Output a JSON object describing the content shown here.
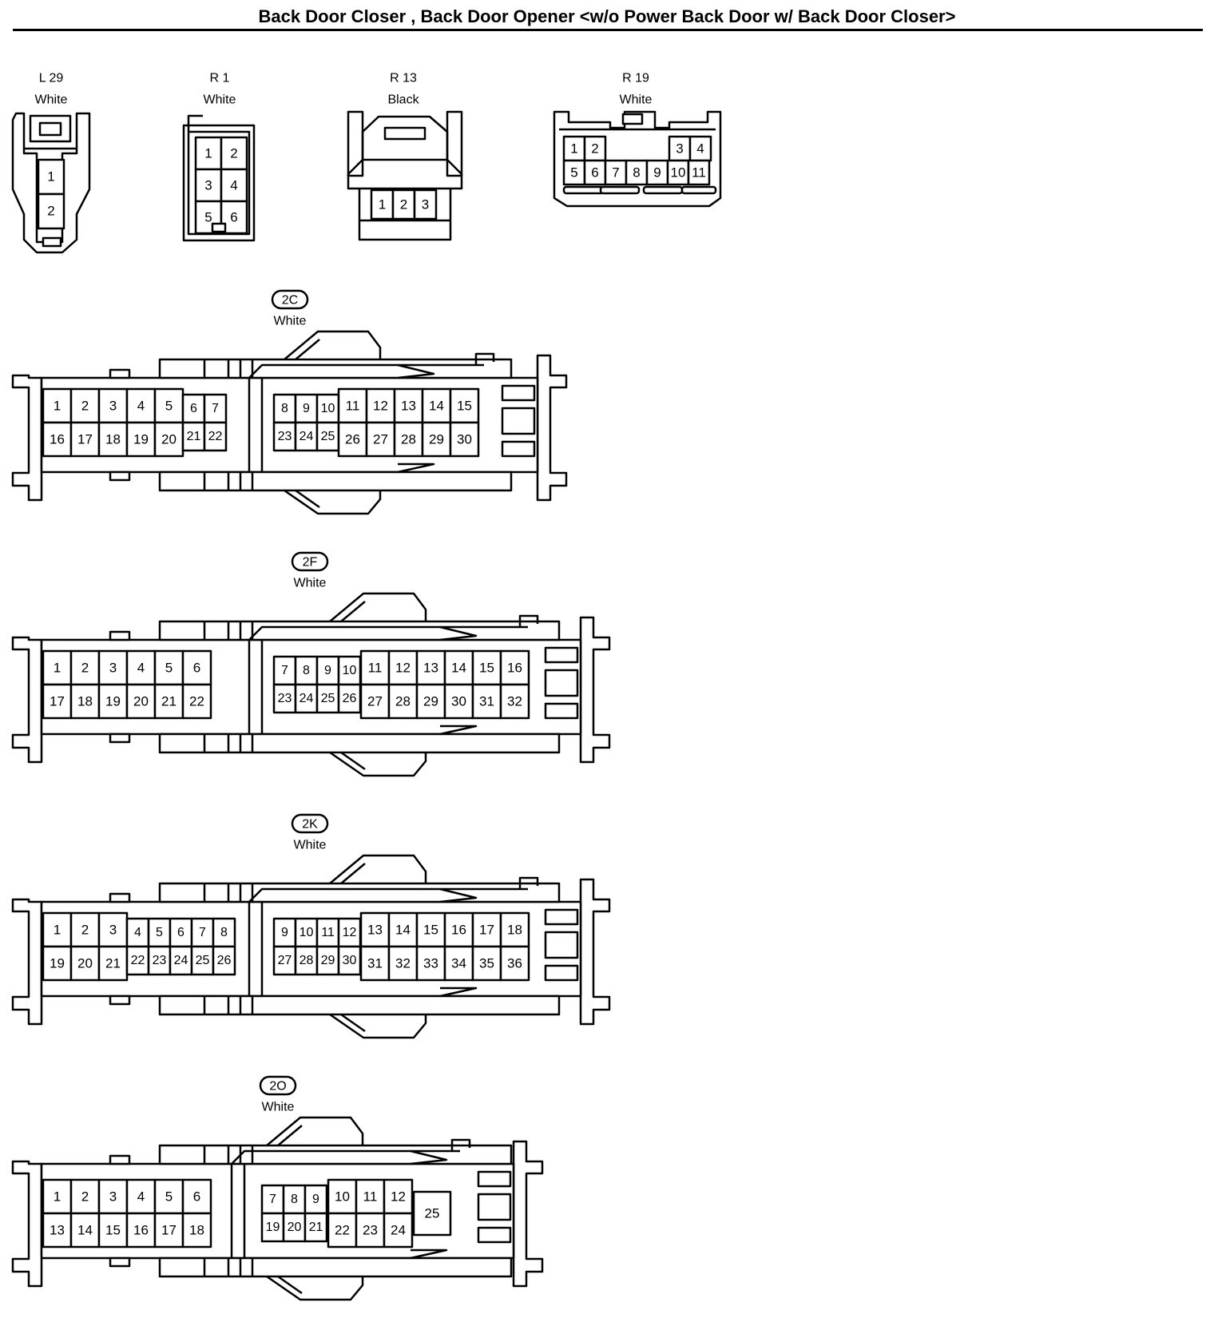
{
  "title": "Back Door Closer , Back Door Opener <w/o Power Back Door w/ Back Door Closer>",
  "colors": {
    "ink": "#000000",
    "paper": "#ffffff"
  },
  "connectors": {
    "L29": {
      "name": "L 29",
      "color": "White",
      "pins": [
        "1",
        "2"
      ]
    },
    "R1": {
      "name": "R 1",
      "color": "White",
      "pins": [
        "1",
        "2",
        "3",
        "4",
        "5",
        "6"
      ]
    },
    "R13": {
      "name": "R 13",
      "color": "Black",
      "pins": [
        "1",
        "2",
        "3"
      ]
    },
    "R19": {
      "name": "R 19",
      "color": "White",
      "top_pins": [
        "1",
        "2",
        "3",
        "4"
      ],
      "bottom_pins": [
        "5",
        "6",
        "7",
        "8",
        "9",
        "10",
        "11"
      ]
    },
    "C2C": {
      "name": "2C",
      "color": "White",
      "left_top": [
        "1",
        "2",
        "3",
        "4",
        "5"
      ],
      "left_top_small": [
        "6",
        "7"
      ],
      "left_bottom": [
        "16",
        "17",
        "18",
        "19",
        "20"
      ],
      "left_bottom_small": [
        "21",
        "22"
      ],
      "right_top_small": [
        "8",
        "9",
        "10"
      ],
      "right_top": [
        "11",
        "12",
        "13",
        "14",
        "15"
      ],
      "right_bottom_small": [
        "23",
        "24",
        "25"
      ],
      "right_bottom": [
        "26",
        "27",
        "28",
        "29",
        "30"
      ]
    },
    "C2F": {
      "name": "2F",
      "color": "White",
      "left_top": [
        "1",
        "2",
        "3",
        "4",
        "5",
        "6"
      ],
      "left_bottom": [
        "17",
        "18",
        "19",
        "20",
        "21",
        "22"
      ],
      "right_top_small": [
        "7",
        "8",
        "9",
        "10"
      ],
      "right_top": [
        "11",
        "12",
        "13",
        "14",
        "15",
        "16"
      ],
      "right_bottom_small": [
        "23",
        "24",
        "25",
        "26"
      ],
      "right_bottom": [
        "27",
        "28",
        "29",
        "30",
        "31",
        "32"
      ]
    },
    "C2K": {
      "name": "2K",
      "color": "White",
      "left_top": [
        "1",
        "2",
        "3"
      ],
      "left_top_small": [
        "4",
        "5",
        "6",
        "7",
        "8"
      ],
      "left_bottom": [
        "19",
        "20",
        "21"
      ],
      "left_bottom_small": [
        "22",
        "23",
        "24",
        "25",
        "26"
      ],
      "right_top_small": [
        "9",
        "10",
        "11",
        "12"
      ],
      "right_top": [
        "13",
        "14",
        "15",
        "16",
        "17",
        "18"
      ],
      "right_bottom_small": [
        "27",
        "28",
        "29",
        "30"
      ],
      "right_bottom": [
        "31",
        "32",
        "33",
        "34",
        "35",
        "36"
      ]
    },
    "C2O": {
      "name": "2O",
      "color": "White",
      "left_top": [
        "1",
        "2",
        "3",
        "4",
        "5",
        "6"
      ],
      "left_bottom": [
        "13",
        "14",
        "15",
        "16",
        "17",
        "18"
      ],
      "right_top_small": [
        "7",
        "8",
        "9"
      ],
      "right_top": [
        "10",
        "11",
        "12"
      ],
      "right_bottom_small": [
        "19",
        "20",
        "21"
      ],
      "right_bottom": [
        "22",
        "23",
        "24"
      ],
      "extra": "25"
    }
  }
}
